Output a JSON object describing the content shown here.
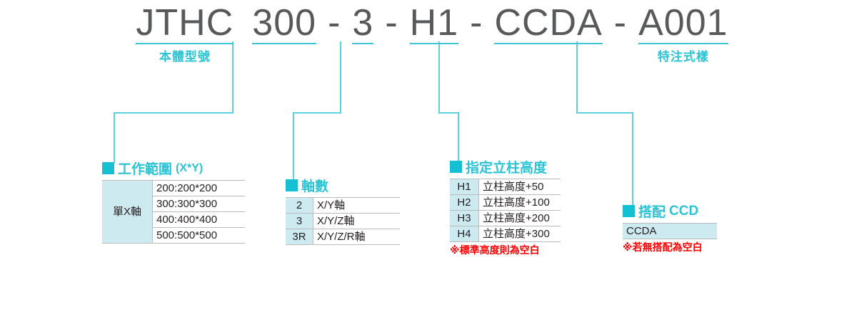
{
  "colors": {
    "accent_teal": "#2cc4d4",
    "bullet_teal": "#15c0d2",
    "cell_fill": "#cdeaf1",
    "code_text": "#58595b",
    "note_red": "#ff0000",
    "rule_gray": "#b9bbbd"
  },
  "model_number": {
    "segments": [
      {
        "code": "JTHC",
        "caption": "本體型號"
      },
      {
        "code": "300",
        "caption": ""
      },
      {
        "code": "3",
        "caption": ""
      },
      {
        "code": "H1",
        "caption": ""
      },
      {
        "code": "CCDA",
        "caption": ""
      },
      {
        "code": "A001",
        "caption": "特注式樣"
      }
    ],
    "separator": "-"
  },
  "blocks": {
    "range": {
      "title": "工作範圍",
      "title_sub": "(X*Y)",
      "group_label": "單X軸",
      "rows": [
        "200:200*200",
        "300:300*300",
        "400:400*400",
        "500:500*500"
      ]
    },
    "axis": {
      "title": "軸數",
      "title_sub": "",
      "rows": [
        {
          "code": "2",
          "value": "X/Y軸"
        },
        {
          "code": "3",
          "value": "X/Y/Z軸"
        },
        {
          "code": "3R",
          "value": "X/Y/Z/R軸"
        }
      ]
    },
    "height": {
      "title": "指定立柱高度",
      "title_sub": "",
      "rows": [
        {
          "code": "H1",
          "value": "立柱高度+50"
        },
        {
          "code": "H2",
          "value": "立柱高度+100"
        },
        {
          "code": "H3",
          "value": "立柱高度+200"
        },
        {
          "code": "H4",
          "value": "立柱高度+300"
        }
      ],
      "note": "※標準高度則為空白"
    },
    "ccd": {
      "title": "搭配",
      "title_sub": "CCD",
      "value": "CCDA",
      "note": "※若無搭配為空白"
    }
  }
}
